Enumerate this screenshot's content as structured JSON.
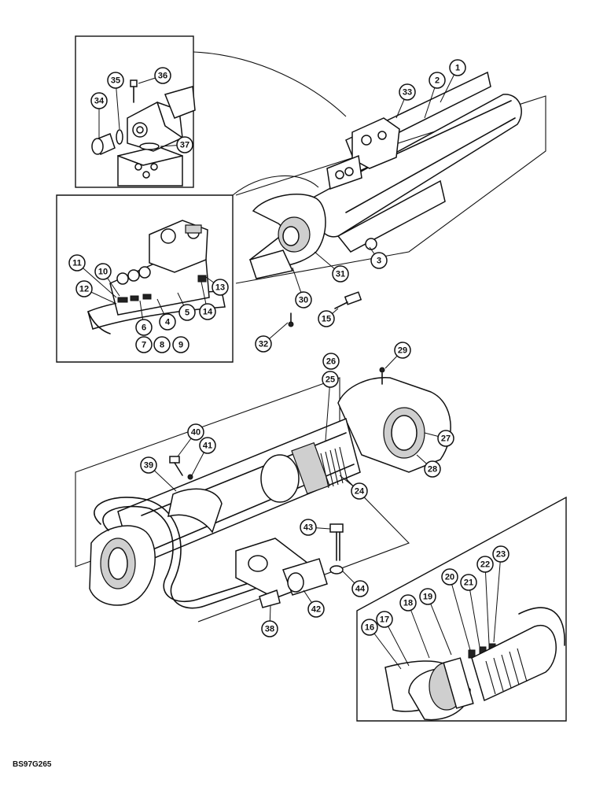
{
  "diagram": {
    "code": "BS97G265",
    "callouts": [
      "1",
      "2",
      "3",
      "4",
      "5",
      "6",
      "7",
      "8",
      "9",
      "10",
      "11",
      "12",
      "13",
      "14",
      "15",
      "16",
      "17",
      "18",
      "19",
      "20",
      "21",
      "22",
      "23",
      "24",
      "25",
      "26",
      "27",
      "28",
      "29",
      "30",
      "31",
      "32",
      "33",
      "34",
      "35",
      "36",
      "37",
      "38",
      "39",
      "40",
      "41",
      "42",
      "43",
      "44"
    ]
  }
}
